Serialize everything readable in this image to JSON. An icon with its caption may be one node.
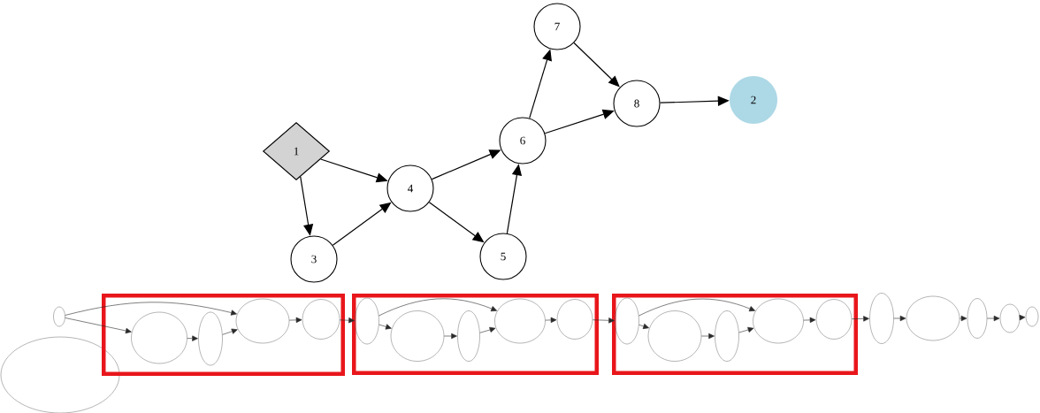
{
  "diagram": {
    "nodes": [
      {
        "text": [
          "7"
        ]
      },
      {
        "text": [
          "8"
        ]
      },
      {
        "text": [
          "2"
        ]
      },
      {
        "text": [
          "6"
        ]
      },
      {
        "text": [
          "1"
        ]
      },
      {
        "text": [
          "4"
        ]
      },
      {
        "text": [
          "3"
        ]
      },
      {
        "text": [
          "5"
        ]
      },
      {
        "text": [],
        "shape": "ellipse"
      },
      {
        "text": [],
        "shape": "ellipse"
      },
      {
        "text": [],
        "shape": "box"
      },
      {
        "text": [],
        "shape": "ellipse",
        "in": 10
      },
      {
        "text": [],
        "shape": "ellipse",
        "in": 10
      },
      {
        "text": [],
        "shape": "ellipse",
        "in": 10
      },
      {
        "text": [],
        "shape": "ellipse",
        "in": 10
      },
      {
        "text": [],
        "shape": "box"
      },
      {
        "text": [],
        "shape": "ellipse",
        "in": 15
      },
      {
        "text": [],
        "shape": "ellipse",
        "in": 15
      },
      {
        "text": [],
        "shape": "ellipse",
        "in": 15
      },
      {
        "text": [],
        "shape": "ellipse",
        "in": 15
      },
      {
        "text": [],
        "shape": "ellipse",
        "in": 15
      },
      {
        "text": [],
        "shape": "box"
      },
      {
        "text": [],
        "shape": "ellipse",
        "in": 21
      },
      {
        "text": [],
        "shape": "ellipse",
        "in": 21
      },
      {
        "text": [],
        "shape": "ellipse",
        "in": 21
      },
      {
        "text": [],
        "shape": "ellipse",
        "in": 21
      },
      {
        "text": [],
        "shape": "ellipse",
        "in": 21
      },
      {
        "text": [],
        "shape": "ellipse"
      },
      {
        "text": [],
        "shape": "ellipse"
      },
      {
        "text": [],
        "shape": "ellipse"
      },
      {
        "text": [],
        "shape": "ellipse"
      },
      {
        "text": [],
        "shape": "ellipse"
      }
    ],
    "edges": [
      {
        "from": 4,
        "to": 5,
        "arrow": "to"
      },
      {
        "from": 4,
        "to": 6,
        "arrow": "to"
      },
      {
        "from": 6,
        "to": 5,
        "arrow": "to"
      },
      {
        "from": 5,
        "to": 3,
        "arrow": "to"
      },
      {
        "from": 5,
        "to": 7,
        "arrow": "to"
      },
      {
        "from": 7,
        "to": 3,
        "arrow": "to"
      },
      {
        "from": 3,
        "to": 0,
        "arrow": "to"
      },
      {
        "from": 3,
        "to": 1,
        "arrow": "to"
      },
      {
        "from": 0,
        "to": 1,
        "arrow": "to"
      },
      {
        "from": 1,
        "to": 2,
        "arrow": "to"
      },
      {
        "from": 8,
        "to": 11,
        "arrow": "to"
      },
      {
        "from": 8,
        "to": 13,
        "arrow": "to"
      },
      {
        "from": 11,
        "to": 12,
        "arrow": "to"
      },
      {
        "from": 12,
        "to": 13,
        "arrow": "to"
      },
      {
        "from": 13,
        "to": 14,
        "arrow": "to"
      },
      {
        "from": 14,
        "to": 16,
        "arrow": "to"
      },
      {
        "from": 16,
        "to": 17,
        "arrow": "to"
      },
      {
        "from": 16,
        "to": 19,
        "arrow": "to"
      },
      {
        "from": 17,
        "to": 18,
        "arrow": "to"
      },
      {
        "from": 18,
        "to": 19,
        "arrow": "to"
      },
      {
        "from": 19,
        "to": 20,
        "arrow": "to"
      },
      {
        "from": 20,
        "to": 22,
        "arrow": "to"
      },
      {
        "from": 22,
        "to": 23,
        "arrow": "to"
      },
      {
        "from": 22,
        "to": 25,
        "arrow": "to"
      },
      {
        "from": 23,
        "to": 24,
        "arrow": "to"
      },
      {
        "from": 24,
        "to": 25,
        "arrow": "to"
      },
      {
        "from": 25,
        "to": 26,
        "arrow": "to"
      },
      {
        "from": 26,
        "to": 27,
        "arrow": "to"
      },
      {
        "from": 27,
        "to": 28,
        "arrow": "to"
      },
      {
        "from": 28,
        "to": 29,
        "arrow": "to"
      },
      {
        "from": 29,
        "to": 30,
        "arrow": "to"
      },
      {
        "from": 30,
        "to": 31,
        "arrow": "to"
      }
    ]
  }
}
